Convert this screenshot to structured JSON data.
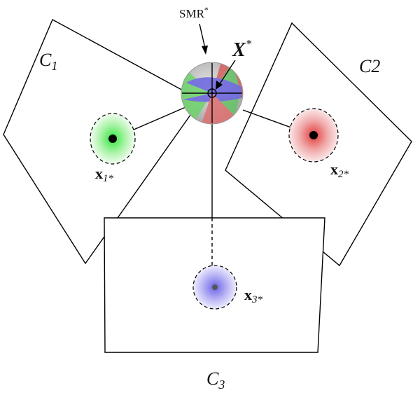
{
  "labels": {
    "smr": "SMR",
    "smr_sup": "*",
    "point_main": "X",
    "point_sup": "*",
    "cam1": {
      "main": "C",
      "sub": "1"
    },
    "cam2": {
      "main": "C",
      "sub": "2"
    },
    "cam3": {
      "main": "C",
      "sub": "3"
    },
    "proj1": {
      "main": "x",
      "sub": "1*"
    },
    "proj2": {
      "main": "x",
      "sub": "2*"
    },
    "proj3": {
      "main": "x",
      "sub": "3*"
    }
  },
  "colors": {
    "proj1": "#59e85a",
    "proj2": "#e06a6a",
    "proj3": "#8c84ea",
    "sphere": "#c4c4c4"
  }
}
